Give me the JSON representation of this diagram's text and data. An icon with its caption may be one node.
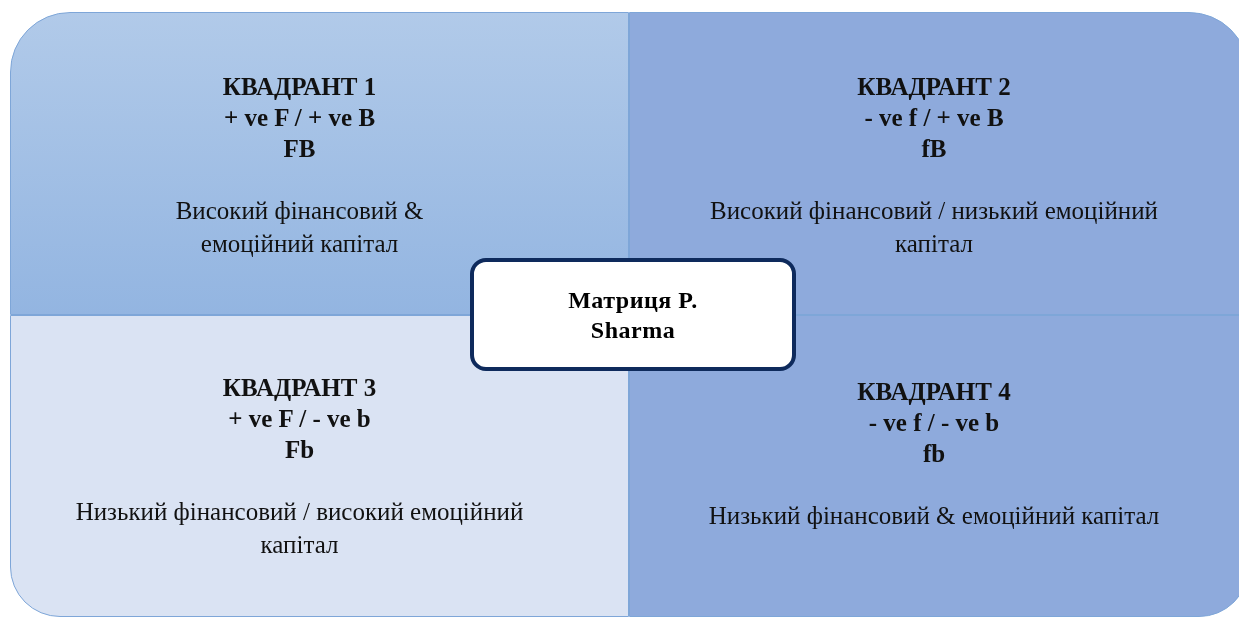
{
  "diagram": {
    "nodes": [
      {
        "text": [
          "КВАДРАНТ 1",
          "+ ve F / + ve B",
          "FB",
          "Високий фінансовий & емоційний капітал"
        ]
      },
      {
        "text": [
          "КВАДРАНТ 2",
          "- ve f / + ve B",
          "fB",
          "Високий фінансовий / низький емоційний капітал"
        ]
      },
      {
        "text": [
          "КВАДРАНТ 3",
          "+ ve F / - ve b",
          "Fb",
          "Низький фінансовий / високий емоційний капітал"
        ]
      },
      {
        "text": [
          "КВАДРАНТ 4",
          "- ve f / - ve b",
          "fb",
          "Низький фінансовий & емоційний капітал"
        ]
      },
      {
        "text": [
          "Матриця P. Sharma"
        ]
      }
    ]
  }
}
